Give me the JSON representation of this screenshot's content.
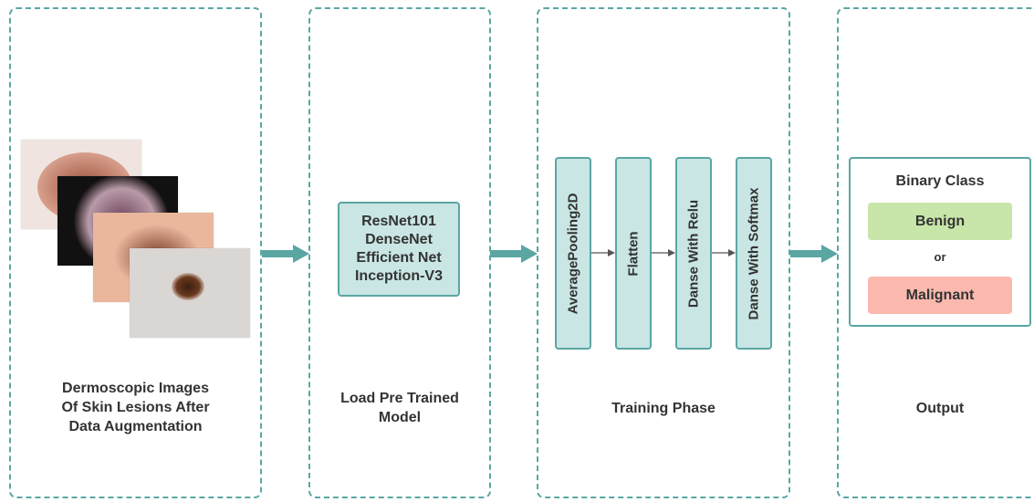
{
  "stages": [
    {
      "caption_lines": [
        "Dermoscopic Images",
        "Of Skin Lesions After",
        "Data Augmentation"
      ]
    },
    {
      "caption_lines": [
        "Load Pre Trained",
        "Model"
      ]
    },
    {
      "caption_lines": [
        "Training Phase"
      ]
    },
    {
      "caption_lines": [
        "Output"
      ]
    }
  ],
  "models": [
    "ResNet101",
    "DenseNet",
    "Efficient Net",
    "Inception-V3"
  ],
  "layers": [
    "AveragePooling2D",
    "Flatten",
    "Danse With Relu",
    "Danse With Softmax"
  ],
  "output": {
    "title": "Binary Class",
    "classes": [
      "Benign",
      "Malignant"
    ],
    "separator": "or"
  },
  "colors": {
    "accent": "#5aa6a3",
    "box_fill": "#c9e6e4",
    "benign": "#c8e6a9",
    "malignant": "#fbb9ae",
    "text": "#333333"
  }
}
